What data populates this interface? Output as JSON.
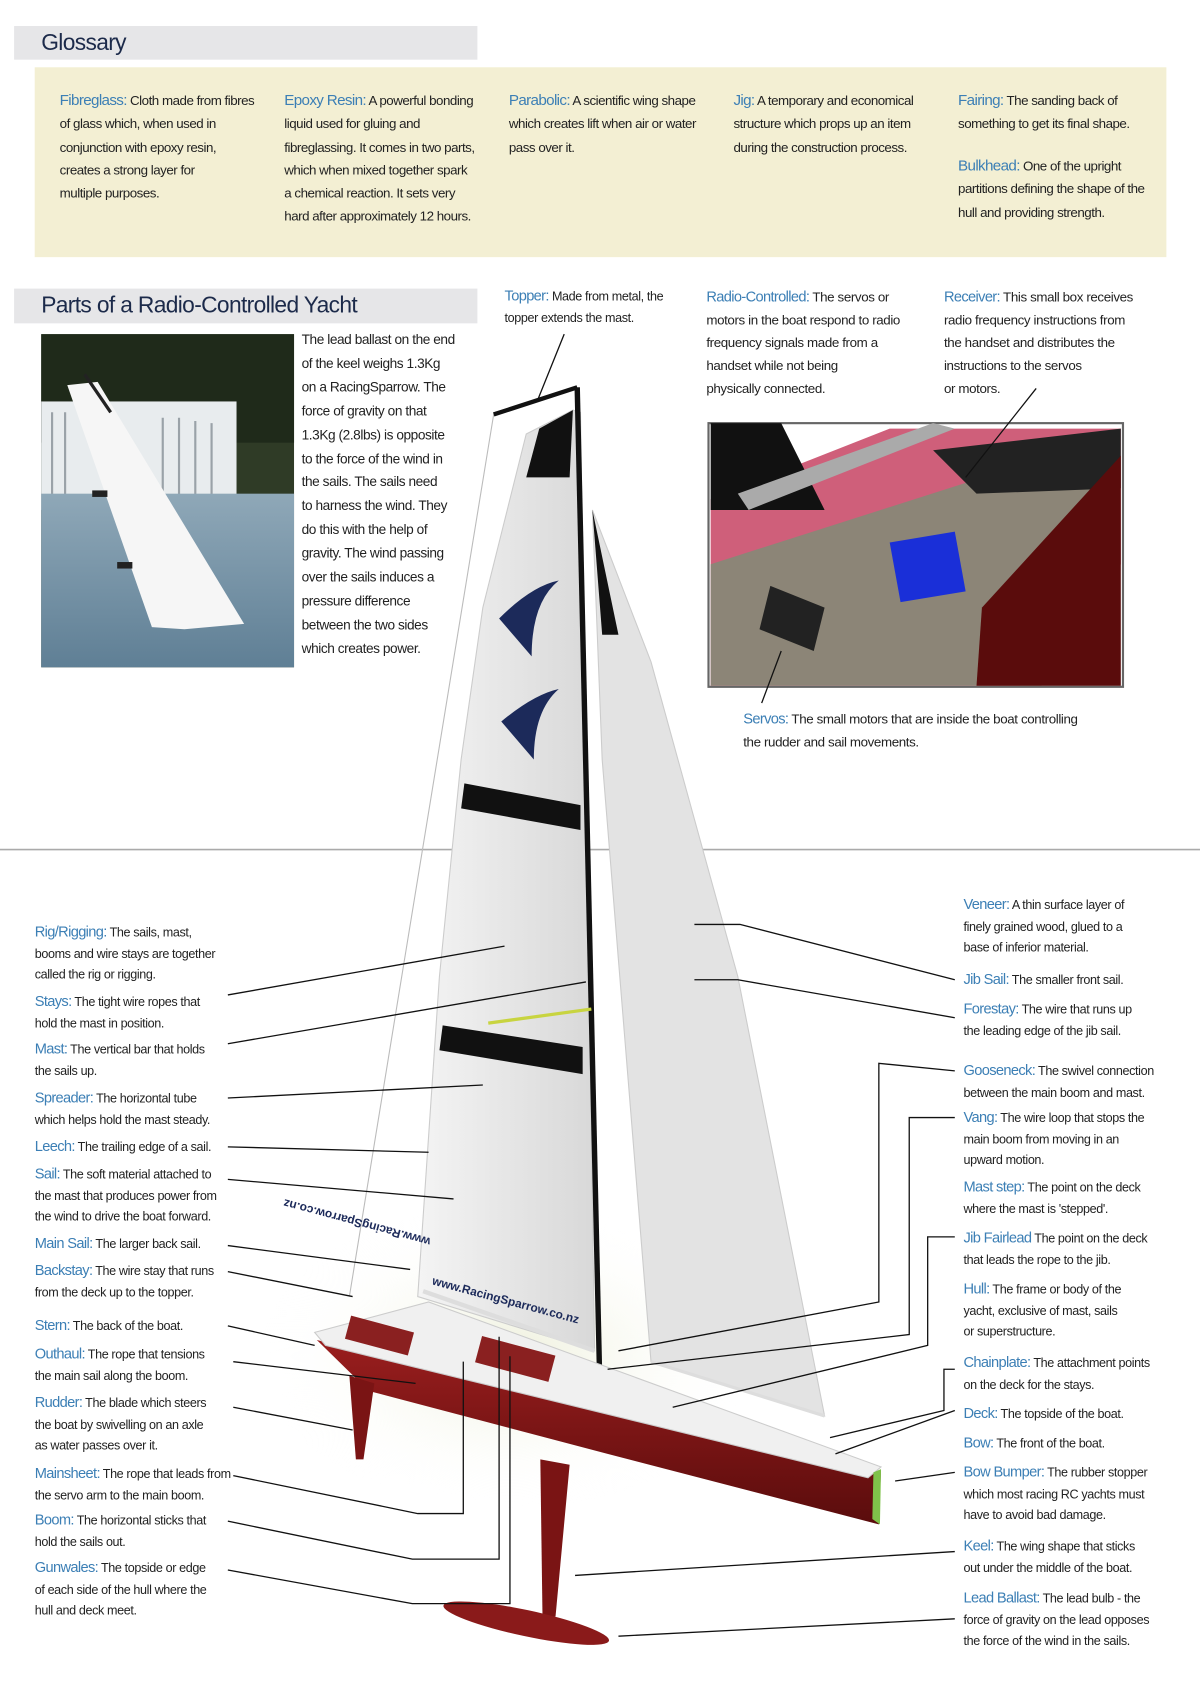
{
  "glossary": {
    "title": "Glossary",
    "entries": [
      {
        "term": "Fibreglass:",
        "text": " Cloth made from fibres\nof glass which, when used in\nconjunction with epoxy resin,\ncreates a strong layer for\nmultiple purposes."
      },
      {
        "term": "Epoxy Resin:",
        "text": " A powerful bonding\nliquid used for gluing and\nfibreglassing. It comes in two parts,\nwhich when mixed together spark\na chemical reaction. It sets very\nhard after approximately 12 hours."
      },
      {
        "term": "Parabolic:",
        "text": " A scientific wing shape\nwhich creates lift when air or water\npass over it."
      },
      {
        "term": "Jig:",
        "text": " A temporary and economical\nstructure which props up an item\nduring the construction process."
      },
      {
        "term": "Fairing:",
        "text": " The sanding back of\nsomething to get its final shape."
      },
      {
        "term": "Bulkhead:",
        "text": " One of the upright\npartitions defining the shape of the\nhull and providing strength."
      }
    ]
  },
  "parts": {
    "title": "Parts of a Radio-Controlled Yacht",
    "intro": "The lead ballast on the end\nof the keel weighs 1.3Kg\non a RacingSparrow. The\nforce of gravity on that\n1.3Kg (2.8lbs) is opposite\nto the force of the wind in\nthe sails. The sails need\nto harness the wind. They\ndo this with the help of\ngravity. The wind passing\nover the sails induces a\npressure difference\nbetween the two sides\nwhich creates power.",
    "sail_text": [
      "www.RacingSparrow.co.nz",
      "www.RacingSparrow.co.nz"
    ],
    "topper": {
      "term": "Topper:",
      "text": " Made from metal, the\ntopper extends the mast."
    },
    "radio": {
      "term": "Radio-Controlled:",
      "text": " The servos or\nmotors in the boat respond to radio\nfrequency signals made from a\nhandset while not being\nphysically connected."
    },
    "receiver": {
      "term": "Receiver:",
      "text": " This small box receives\nradio frequency instructions from\nthe handset and distributes the\ninstructions to the servos\nor motors."
    },
    "servos": {
      "term": "Servos:",
      "text": " The small motors that are inside the boat controlling\nthe rudder and sail movements."
    }
  },
  "left_labels": [
    {
      "term": "Rig/Rigging:",
      "text": " The sails, mast,\nbooms and wire stays are together\ncalled the rig or rigging."
    },
    {
      "term": "Stays:",
      "text": " The tight wire ropes that\nhold the mast in position."
    },
    {
      "term": "Mast:",
      "text": " The vertical bar that holds\nthe sails up."
    },
    {
      "term": "Spreader:",
      "text": " The horizontal tube\nwhich helps hold the mast steady."
    },
    {
      "term": "Leech:",
      "text": " The trailing edge of a sail."
    },
    {
      "term": "Sail:",
      "text": " The soft material attached to\nthe mast that produces power from\nthe wind to drive the boat forward."
    },
    {
      "term": "Main Sail:",
      "text": " The larger back sail."
    },
    {
      "term": "Backstay:",
      "text": " The wire stay that runs\nfrom the deck up to the topper."
    },
    {
      "term": "Stern:",
      "text": " The back of the boat."
    },
    {
      "term": "Outhaul:",
      "text": " The rope that tensions\nthe main sail along the boom."
    },
    {
      "term": "Rudder:",
      "text": " The blade which steers\nthe boat by swivelling on an axle\nas water passes over it."
    },
    {
      "term": "Mainsheet:",
      "text": " The rope that leads from\nthe servo arm to the main boom."
    },
    {
      "term": "Boom:",
      "text": " The horizontal sticks that\nhold the sails out."
    },
    {
      "term": "Gunwales:",
      "text": " The topside or edge\nof each side of the hull where the\nhull and deck meet."
    }
  ],
  "right_labels": [
    {
      "term": "Veneer:",
      "text": " A thin surface layer of\nfinely grained wood, glued to a\nbase of inferior material."
    },
    {
      "term": "Jib Sail:",
      "text": " The smaller front sail."
    },
    {
      "term": "Forestay:",
      "text": " The wire that runs up\nthe leading edge of the jib sail."
    },
    {
      "term": "Gooseneck:",
      "text": " The swivel connection\nbetween the main boom and mast."
    },
    {
      "term": "Vang:",
      "text": " The wire loop that stops the\nmain boom from moving in an\nupward motion."
    },
    {
      "term": "Mast step:",
      "text": " The point on the deck\nwhere the mast is 'stepped'."
    },
    {
      "term": "Jib Fairlead",
      "text": " The point on the deck\nthat leads the rope to the jib."
    },
    {
      "term": "Hull:",
      "text": " The frame or body of the\nyacht, exclusive of mast, sails\nor superstructure."
    },
    {
      "term": "Chainplate:",
      "text": " The attachment points\non the deck for the stays."
    },
    {
      "term": "Deck:",
      "text": " The topside of the boat."
    },
    {
      "term": "Bow:",
      "text": " The front of the boat."
    },
    {
      "term": "Bow Bumper:",
      "text": " The rubber stopper\nwhich most racing RC yachts must\nhave to avoid bad damage."
    },
    {
      "term": "Keel:",
      "text": " The wing shape that sticks\nout under the middle of the boat."
    },
    {
      "term": "Lead Ballast:",
      "text": "  The lead bulb - the\nforce of gravity on the lead opposes\nthe force of the wind in the sails."
    }
  ],
  "colors": {
    "term": "#3c7fb5",
    "glossary_bg": "#f3efd3",
    "header_bg": "#e6e6e8",
    "hull": "#7a1414",
    "bumper": "#7fc24a"
  }
}
